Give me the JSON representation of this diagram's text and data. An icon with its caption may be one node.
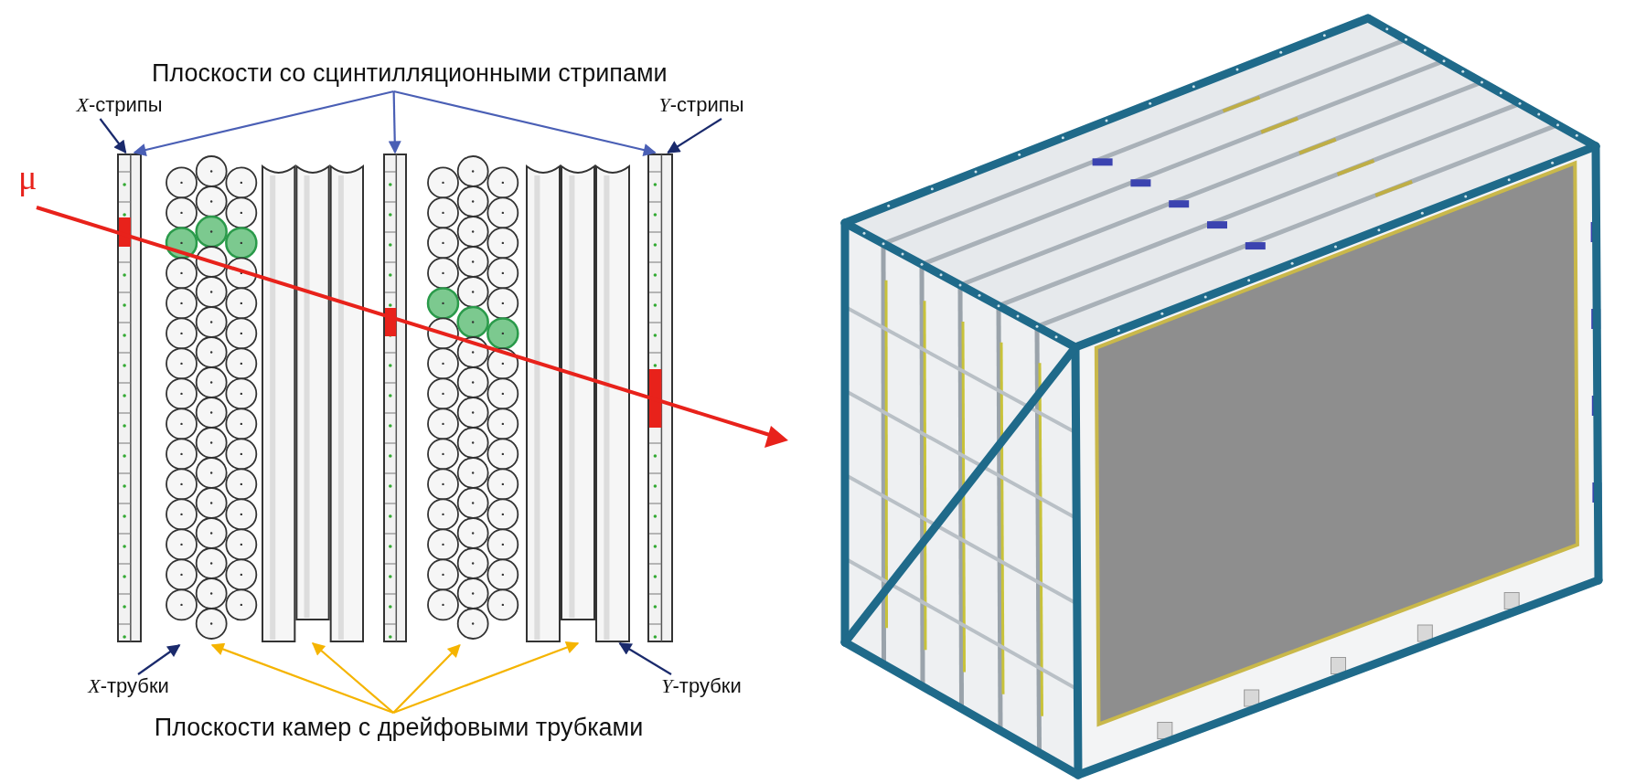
{
  "diagram": {
    "nodes": [
      {
        "text": [
          "Плоскости со сцинтилляционными стрипами"
        ]
      },
      {
        "text": [
          "*X*-стрипы"
        ]
      },
      {
        "text": [
          "*Y*-стрипы"
        ]
      },
      {
        "text": [],
        "shape": "bar"
      },
      {
        "text": [],
        "shape": "circle"
      },
      {
        "text": [],
        "shape": "bar"
      },
      {
        "text": [],
        "shape": "bar"
      },
      {
        "text": [],
        "shape": "circle"
      },
      {
        "text": [],
        "shape": "bar"
      },
      {
        "text": [],
        "shape": "bar"
      },
      {
        "text": [
          "*X*-трубки"
        ]
      },
      {
        "text": [
          "*Y*-трубки"
        ]
      },
      {
        "text": [
          "Плоскости камер с дрейфовыми трубками"
        ]
      }
    ],
    "edges": [
      {
        "from": 0,
        "to": 3,
        "arrow": "to",
        "color": "#4a5fb5"
      },
      {
        "from": 0,
        "to": 6,
        "arrow": "to",
        "color": "#4a5fb5"
      },
      {
        "from": 0,
        "to": 9,
        "arrow": "to",
        "color": "#4a5fb5"
      },
      {
        "from": 1,
        "to": 3,
        "arrow": "to"
      },
      {
        "from": 2,
        "to": 9,
        "arrow": "to"
      },
      {
        "from": 10,
        "to": 4,
        "arrow": "to"
      },
      {
        "from": 11,
        "to": 8,
        "arrow": "to"
      },
      {
        "from": 12,
        "to": 4,
        "arrow": "to",
        "color": "#f5b400"
      },
      {
        "from": 12,
        "to": 5,
        "arrow": "to",
        "color": "#f5b400"
      },
      {
        "from": 12,
        "to": 7,
        "arrow": "to",
        "color": "#f5b400"
      },
      {
        "from": 12,
        "to": 8,
        "arrow": "to",
        "color": "#f5b400"
      }
    ],
    "labels": [
      "μ"
    ]
  }
}
